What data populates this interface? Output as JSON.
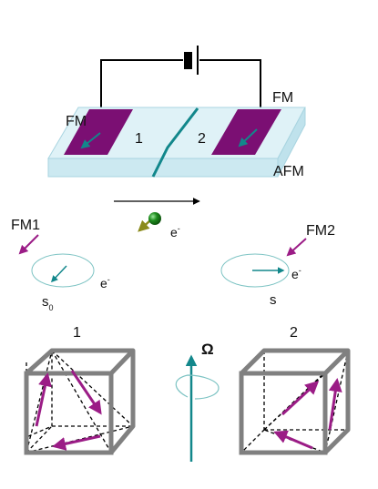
{
  "device": {
    "fm_left_label": "FM",
    "fm_right_label": "FM",
    "region_1_label": "1",
    "region_2_label": "2",
    "afm_label": "AFM"
  },
  "electron": {
    "label": "e",
    "superscript": "-"
  },
  "spins": {
    "fm1_label": "FM1",
    "fm2_label": "FM2",
    "left_e_label": "e",
    "left_e_sup": "-",
    "right_e_label": "e",
    "right_e_sup": "-",
    "s0_label": "s",
    "s0_sub": "0",
    "s_label": "s"
  },
  "cubes": {
    "left_label": "1",
    "right_label": "2",
    "omega_label": "Ω"
  },
  "colors": {
    "ferromagnet": "#7b0f73",
    "substrate_top": "#dff2f7",
    "substrate_front": "#cce9f1",
    "teal": "#12878b",
    "spin_arrow": "#9b1c86",
    "cube_edge": "#808080",
    "electron_ball": "#1e8c1e",
    "electron_arrow": "#8a8a1a"
  }
}
